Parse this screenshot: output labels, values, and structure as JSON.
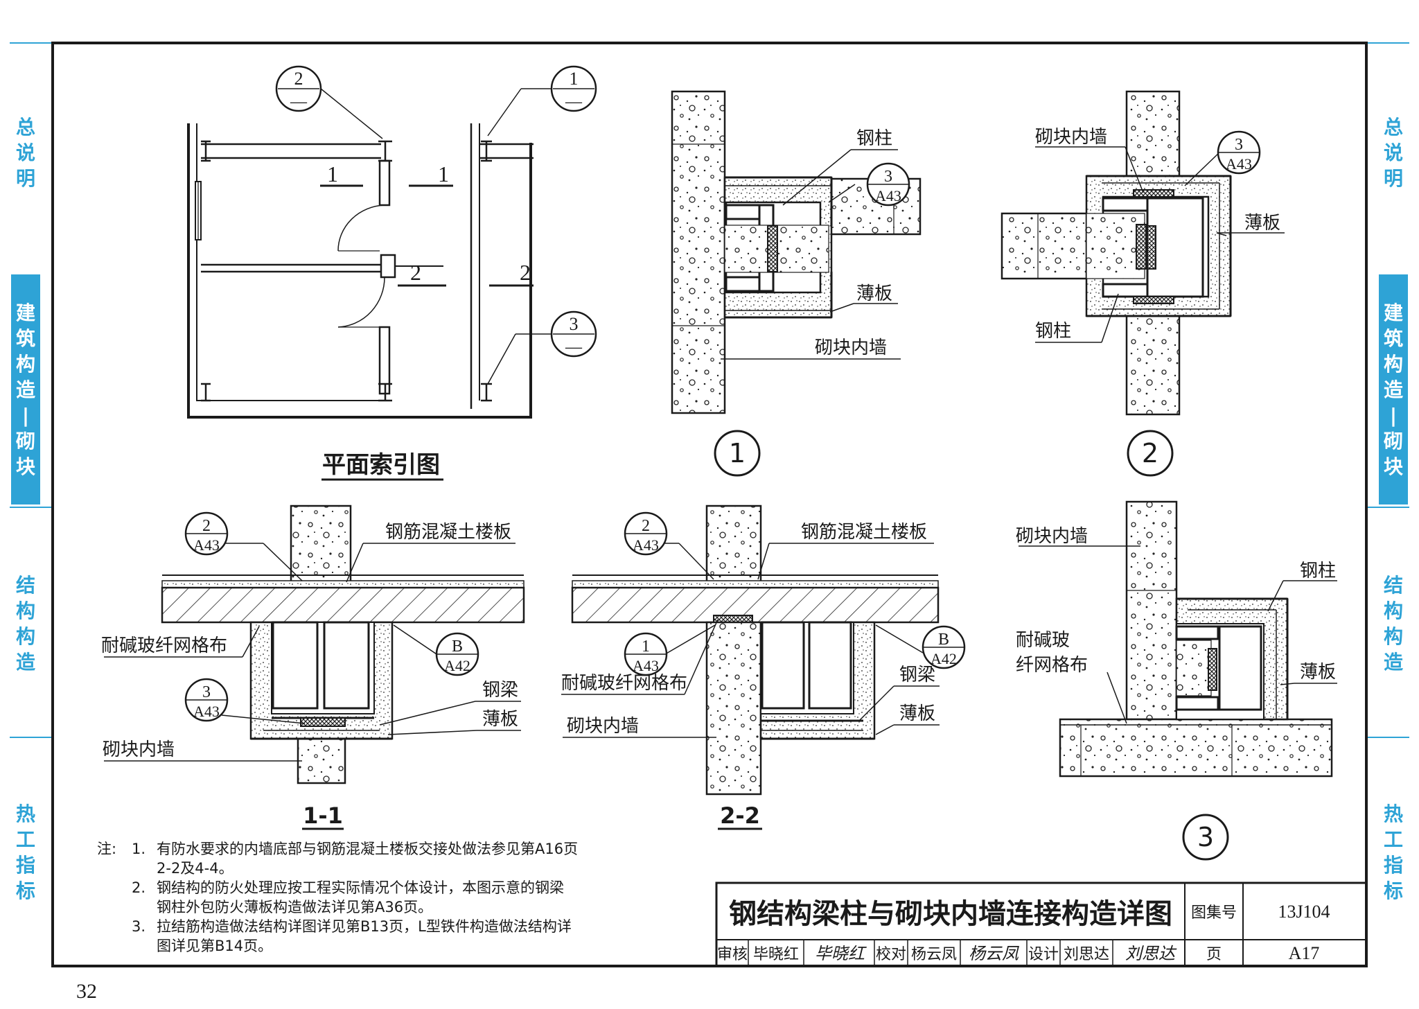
{
  "page_number": "32",
  "side_tabs": [
    {
      "chars": [
        "总",
        "说",
        "明"
      ],
      "active": false
    },
    {
      "chars": [
        "建",
        "筑",
        "构",
        "造",
        "|",
        "砌",
        "块"
      ],
      "active": true
    },
    {
      "chars": [
        "结",
        "构",
        "构",
        "造"
      ],
      "active": false
    },
    {
      "chars": [
        "热",
        "工",
        "指",
        "标"
      ],
      "active": false
    }
  ],
  "plan": {
    "title": "平面索引图",
    "markers": [
      {
        "num": "2",
        "ref": "—"
      },
      {
        "num": "1",
        "ref": "—"
      },
      {
        "num": "3",
        "ref": "—"
      }
    ],
    "section_labels": [
      "1",
      "1",
      "2",
      "2"
    ]
  },
  "detail1": {
    "number": "1",
    "labels": {
      "steel_column": "钢柱",
      "thin_board": "薄板",
      "block_wall": "砌块内墙"
    },
    "ref": {
      "num": "3",
      "sheet": "A43"
    }
  },
  "detail2": {
    "number": "2",
    "labels": {
      "block_wall": "砌块内墙",
      "thin_board": "薄板",
      "steel_column": "钢柱"
    },
    "ref": {
      "num": "3",
      "sheet": "A43"
    }
  },
  "detail3": {
    "number": "3",
    "labels": {
      "block_wall": "砌块内墙",
      "steel_column": "钢柱",
      "mesh_line1": "耐碱玻",
      "mesh_line2": "纤网格布",
      "thin_board": "薄板"
    }
  },
  "section11": {
    "title": "1-1",
    "labels": {
      "slab": "钢筋混凝土楼板",
      "mesh": "耐碱玻纤网格布",
      "beam": "钢梁",
      "thin_board": "薄板",
      "block_wall": "砌块内墙"
    },
    "refs": [
      {
        "num": "2",
        "sheet": "A43"
      },
      {
        "num": "B",
        "sheet": "A42"
      },
      {
        "num": "3",
        "sheet": "A43"
      }
    ]
  },
  "section22": {
    "title": "2-2",
    "labels": {
      "slab": "钢筋混凝土楼板",
      "mesh": "耐碱玻纤网格布",
      "beam": "钢梁",
      "thin_board": "薄板",
      "block_wall": "砌块内墙"
    },
    "refs": [
      {
        "num": "2",
        "sheet": "A43"
      },
      {
        "num": "1",
        "sheet": "A43"
      },
      {
        "num": "B",
        "sheet": "A42"
      }
    ]
  },
  "notes": {
    "prefix": "注:",
    "items": [
      {
        "no": "1.",
        "lines": [
          "有防水要求的内墙底部与钢筋混凝土楼板交接处做法参见第A16页",
          "2-2及4-4。"
        ]
      },
      {
        "no": "2.",
        "lines": [
          "钢结构的防火处理应按工程实际情况个体设计，本图示意的钢梁",
          "钢柱外包防火薄板构造做法详见第A36页。"
        ]
      },
      {
        "no": "3.",
        "lines": [
          "拉结筋构造做法结构详图详见第B13页，L型铁件构造做法结构详",
          "图详见第B14页。"
        ]
      }
    ]
  },
  "title_block": {
    "title": "钢结构梁柱与砌块内墙连接构造详图",
    "atlas_label": "图集号",
    "atlas_no": "13J104",
    "page_label": "页",
    "page_no": "A17",
    "review_label": "审核",
    "reviewer": "毕晓红",
    "check_label": "校对",
    "checker": "杨云凤",
    "design_label": "设计",
    "designer": "刘思达",
    "sig_reviewer": "毕晓红",
    "sig_checker": "杨云凤",
    "sig_designer": "刘思达"
  }
}
